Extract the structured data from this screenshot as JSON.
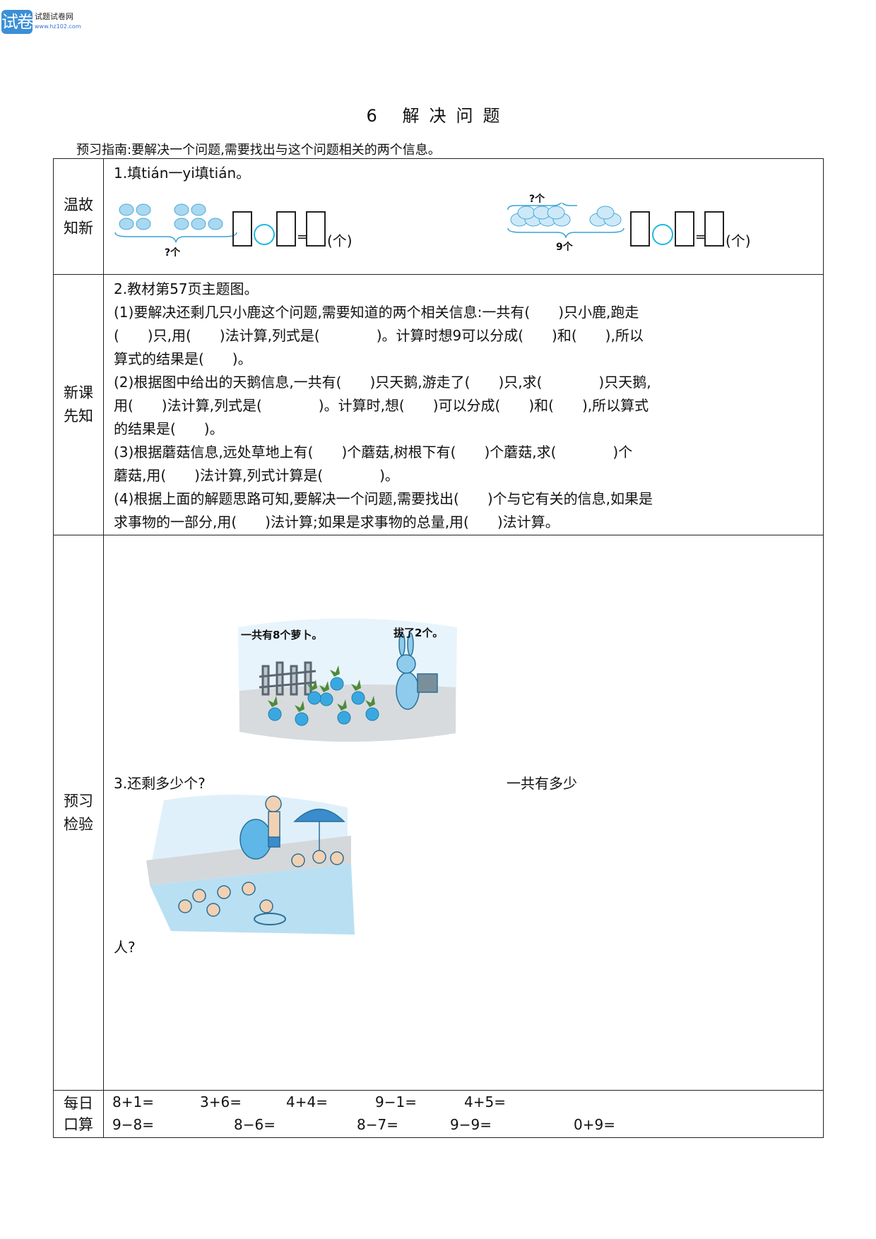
{
  "logo": {
    "badge": "试卷",
    "name": "试题试卷网",
    "url": "www.hz102.com"
  },
  "title": "6 解决问题",
  "guide": "预习指南:要解决一个问题,需要找出与这个问题相关的两个信息。",
  "sections": {
    "review": {
      "label": [
        "温故",
        "知新"
      ],
      "q1": "1.填tián一yi填tián。",
      "left_brace": "?个",
      "right_top": "?个",
      "right_brace": "9个",
      "equals": "=",
      "unit": "(个)"
    },
    "new_lesson": {
      "label": [
        "新课",
        "先知"
      ],
      "lines": [
        "2.教材第57页主题图。",
        "(1)要解决还剩几只小鹿这个问题,需要知道的两个相关信息:一共有(　　)只小鹿,跑走",
        "(　　)只,用(　　)法计算,列式是(　　　　)。计算时想9可以分成(　　)和(　　),所以",
        "算式的结果是(　　)。",
        "(2)根据图中给出的天鹅信息,一共有(　　)只天鹅,游走了(　　)只,求(　　　　)只天鹅,",
        "用(　　)法计算,列式是(　　　　)。计算时,想(　　)可以分成(　　)和(　　),所以算式",
        "的结果是(　　)。",
        "(3)根据蘑菇信息,远处草地上有(　　)个蘑菇,树根下有(　　)个蘑菇,求(　　　　)个",
        "蘑菇,用(　　)法计算,列式计算是(　　　　)。",
        "(4)根据上面的解题思路可知,要解决一个问题,需要找出(　　)个与它有关的信息,如果是",
        "求事物的一部分,用(　　)法计算;如果是求事物的总量,用(　　)法计算。"
      ]
    },
    "check": {
      "label": [
        "预习",
        "检验"
      ],
      "bubble1": "一共有8个萝卜。",
      "bubble2": "拔了2个。",
      "q3_left": "3.还剩多少个?",
      "q3_right": "一共有多少",
      "q3_tail": "人?"
    },
    "daily": {
      "label": [
        "每日",
        "口算"
      ],
      "row1": [
        "8+1=",
        "3+6=",
        "4+4=",
        "9−1=",
        "4+5="
      ],
      "row2": [
        "9−8=",
        "8−6=",
        "8−7=",
        "9−9=",
        "0+9="
      ]
    }
  }
}
